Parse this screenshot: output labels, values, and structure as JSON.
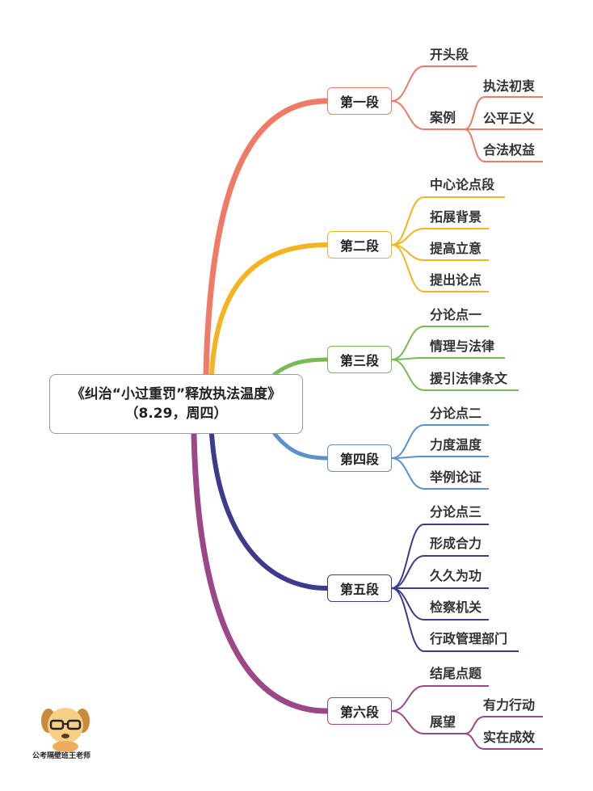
{
  "root": {
    "line1": "《纠治“小过重罚”释放执法温度》",
    "line2": "（8.29，周四）"
  },
  "branches": [
    {
      "label": "第一段",
      "color": "#f07a66",
      "leaves": [
        "开头段",
        "案例"
      ],
      "sub": [
        "执法初衷",
        "公平正义",
        "合法权益"
      ]
    },
    {
      "label": "第二段",
      "color": "#f4b422",
      "leaves": [
        "中心论点段",
        "拓展背景",
        "提高立意",
        "提出论点"
      ]
    },
    {
      "label": "第三段",
      "color": "#77bb55",
      "leaves": [
        "分论点一",
        "情理与法律",
        "援引法律条文"
      ]
    },
    {
      "label": "第四段",
      "color": "#5b91cc",
      "leaves": [
        "分论点二",
        "力度温度",
        "举例论证"
      ]
    },
    {
      "label": "第五段",
      "color": "#3f3b8c",
      "leaves": [
        "分论点三",
        "形成合力",
        "久久为功",
        "检察机关",
        "行政管理部门"
      ]
    },
    {
      "label": "第六段",
      "color": "#9c4788",
      "leaves": [
        "结尾点题",
        "展望"
      ],
      "sub": [
        "有力行动",
        "实在成效"
      ]
    }
  ],
  "watermark": "公考隔壁班王老师"
}
